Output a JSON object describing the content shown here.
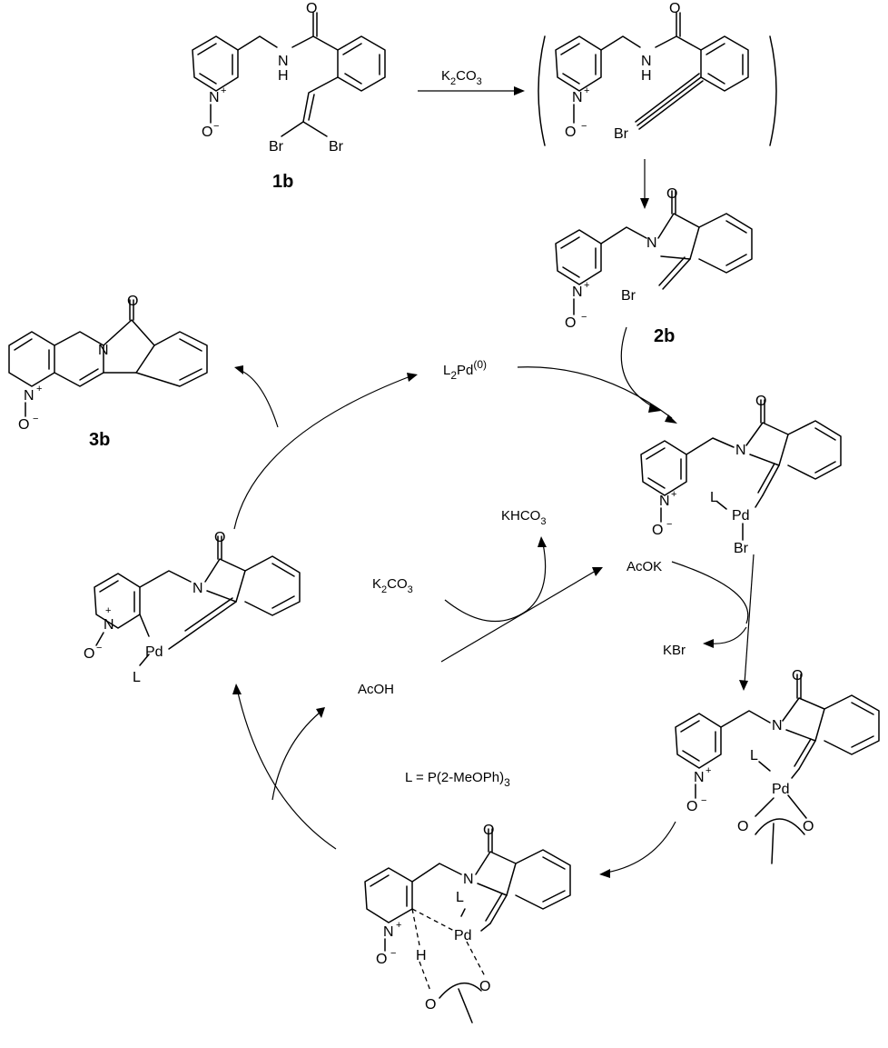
{
  "compounds": {
    "c1b": "1b",
    "c2b": "2b",
    "c3b": "3b"
  },
  "reagents": {
    "k2co3_top": {
      "a": "K",
      "b": "2",
      "c": "CO",
      "d": "3"
    },
    "l2pd": {
      "a": "L",
      "b": "2",
      "c": "Pd",
      "d": "(0)"
    },
    "khco3": {
      "a": "KHCO",
      "b": "3"
    },
    "k2co3_cycle": {
      "a": "K",
      "b": "2",
      "c": "CO",
      "d": "3"
    },
    "acok": "AcOK",
    "kbr": "KBr",
    "acoh": "AcOH",
    "ligand_def": {
      "a": "L = P(2-MeOPh)",
      "b": "3"
    }
  },
  "atoms": {
    "O": "O",
    "N": "N",
    "H": "H",
    "NH": "N",
    "Br": "Br",
    "Pd": "Pd",
    "L": "L",
    "plus": "+",
    "minus": "−"
  }
}
